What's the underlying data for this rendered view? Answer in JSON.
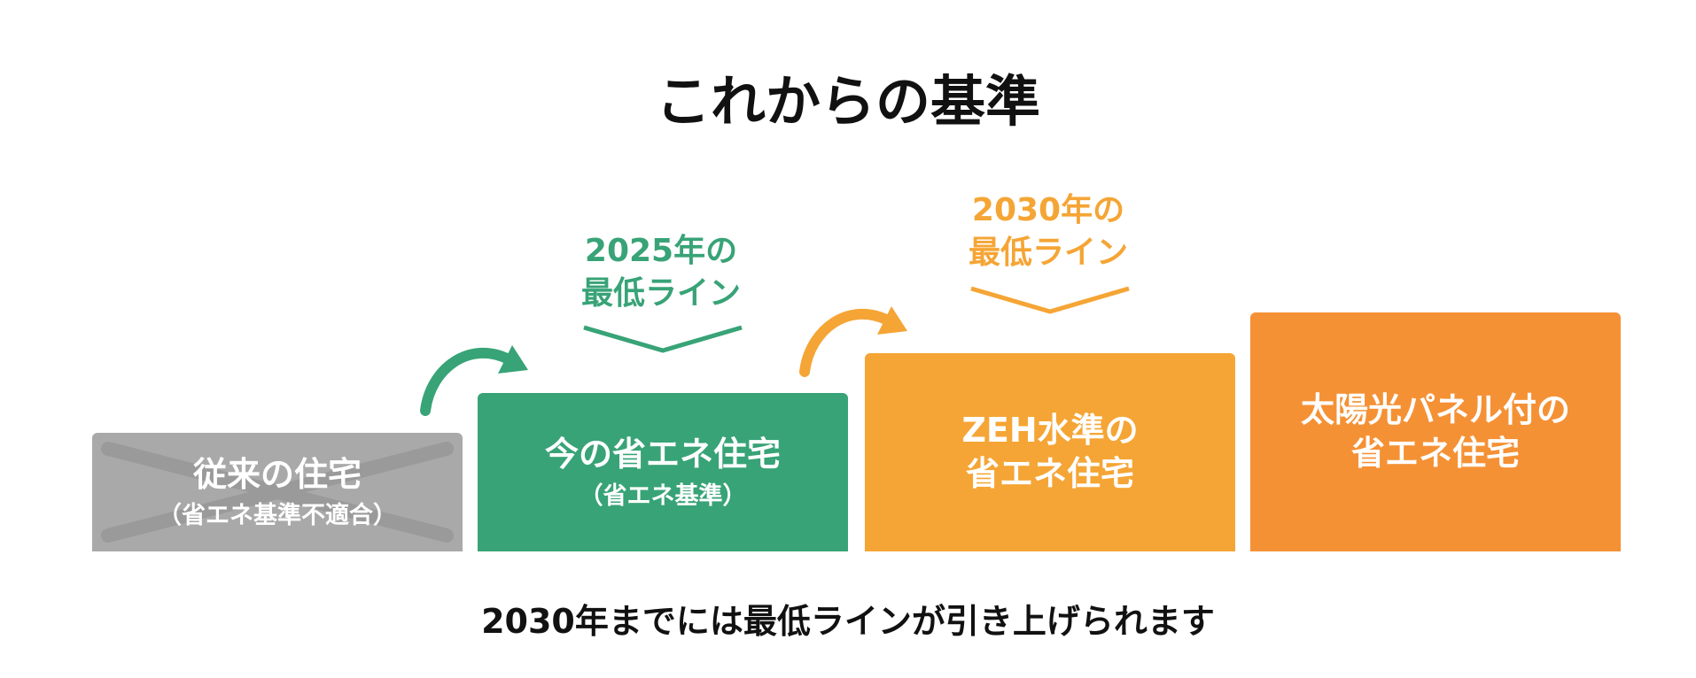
{
  "title": "これからの基準",
  "caption": "2030年までには最低ラインが引き上げられます",
  "colors": {
    "gray": "#a9a9a9",
    "cross": "#9a9a9a",
    "green": "#38a377",
    "yellow_orange": "#f5a535",
    "orange": "#f59135",
    "text_dark": "#111111"
  },
  "steps": [
    {
      "main": "従来の住宅",
      "sub": "（省エネ基準不適合）"
    },
    {
      "main": "今の省エネ住宅",
      "sub": "（省エネ基準）"
    },
    {
      "main_line1": "ZEH水準の",
      "main_line2": "省エネ住宅"
    },
    {
      "main_line1": "太陽光パネル付の",
      "main_line2": "省エネ住宅"
    }
  ],
  "min_lines": [
    {
      "line1": "2025年の",
      "line2": "最低ライン"
    },
    {
      "line1": "2030年の",
      "line2": "最低ライン"
    }
  ]
}
